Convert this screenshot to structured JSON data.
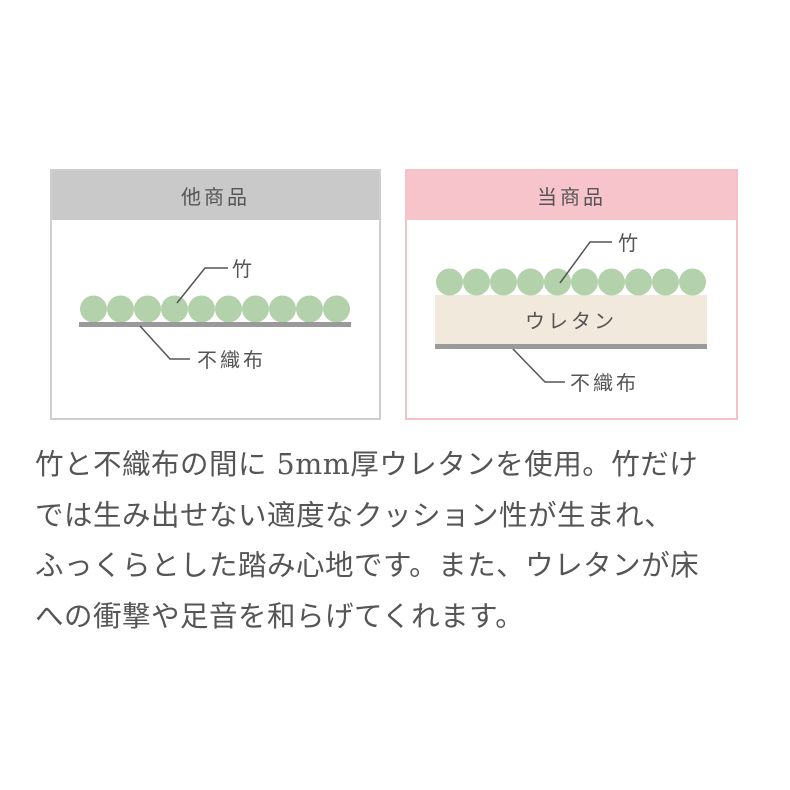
{
  "panels": {
    "other": {
      "title": "他商品",
      "labels": {
        "bamboo": "竹",
        "nonwoven": "不織布"
      },
      "header_color": "#c9c9c9",
      "circle_count": 10
    },
    "ours": {
      "title": "当商品",
      "labels": {
        "bamboo": "竹",
        "urethane": "ウレタン",
        "nonwoven": "不織布"
      },
      "header_color": "#f6c4ca",
      "circle_count": 10
    }
  },
  "colors": {
    "bamboo": "#b3d1ab",
    "nonwoven": "#9a9a9a",
    "urethane": "#f0e9dc",
    "text": "#555555"
  },
  "description": {
    "lines": [
      "竹と不織布の間に 5mm厚ウレタンを使用。竹だけ",
      "では生み出せない適度なクッション性が生まれ、",
      "ふっくらとした踏み心地です。また、ウレタンが床",
      "への衝撃や足音を和らげてくれます。"
    ]
  }
}
